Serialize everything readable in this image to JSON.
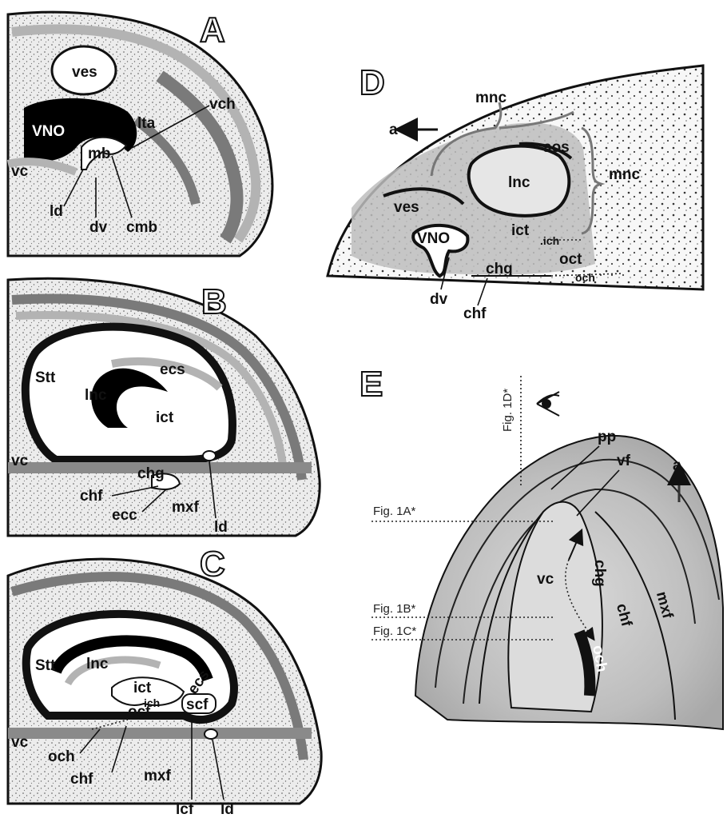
{
  "panels": {
    "A": {
      "letter": "A",
      "labels": {
        "ves": "ves",
        "VNO": "VNO",
        "lta": "lta",
        "vch": "vch",
        "mb": "mb",
        "vc": "vc",
        "ld": "ld",
        "dv": "dv",
        "cmb": "cmb"
      }
    },
    "B": {
      "letter": "B",
      "labels": {
        "Stt": "Stt",
        "ecs": "ecs",
        "lnc": "lnc",
        "ict": "ict",
        "vc": "vc",
        "chg": "chg",
        "chf": "chf",
        "ecc": "ecc",
        "mxf": "mxf",
        "ld": "ld"
      }
    },
    "C": {
      "letter": "C",
      "labels": {
        "Stt": "Stt",
        "lnc": "lnc",
        "ecs": "ecs",
        "ict": "ict",
        "ich": "ich",
        "oct": "oct",
        "scf": "scf",
        "vc": "vc",
        "och": "och",
        "chf": "chf",
        "mxf": "mxf",
        "lcf": "lcf",
        "ld": "ld"
      }
    },
    "D": {
      "letter": "D",
      "labels": {
        "a": "a",
        "mnc_top": "mnc",
        "mnc_right": "mnc",
        "aos": "aos",
        "lnc": "lnc",
        "ves": "ves",
        "ict": "ict",
        "ich": ".ich",
        "VNO": "VNO",
        "oct": "oct",
        "chg": "chg",
        "och": "och",
        "dv": "dv",
        "chf": "chf"
      }
    },
    "E": {
      "letter": "E",
      "labels": {
        "pp": "pp",
        "vf": "vf",
        "a": "a",
        "vc": "vc",
        "chg": "chg",
        "chf": "chf",
        "mxf": "mxf",
        "och": "och"
      },
      "figure_refs": {
        "fig1d": "Fig. 1D*",
        "fig1a": "Fig. 1A*",
        "fig1b": "Fig. 1B*",
        "fig1c": "Fig. 1C*"
      }
    }
  }
}
